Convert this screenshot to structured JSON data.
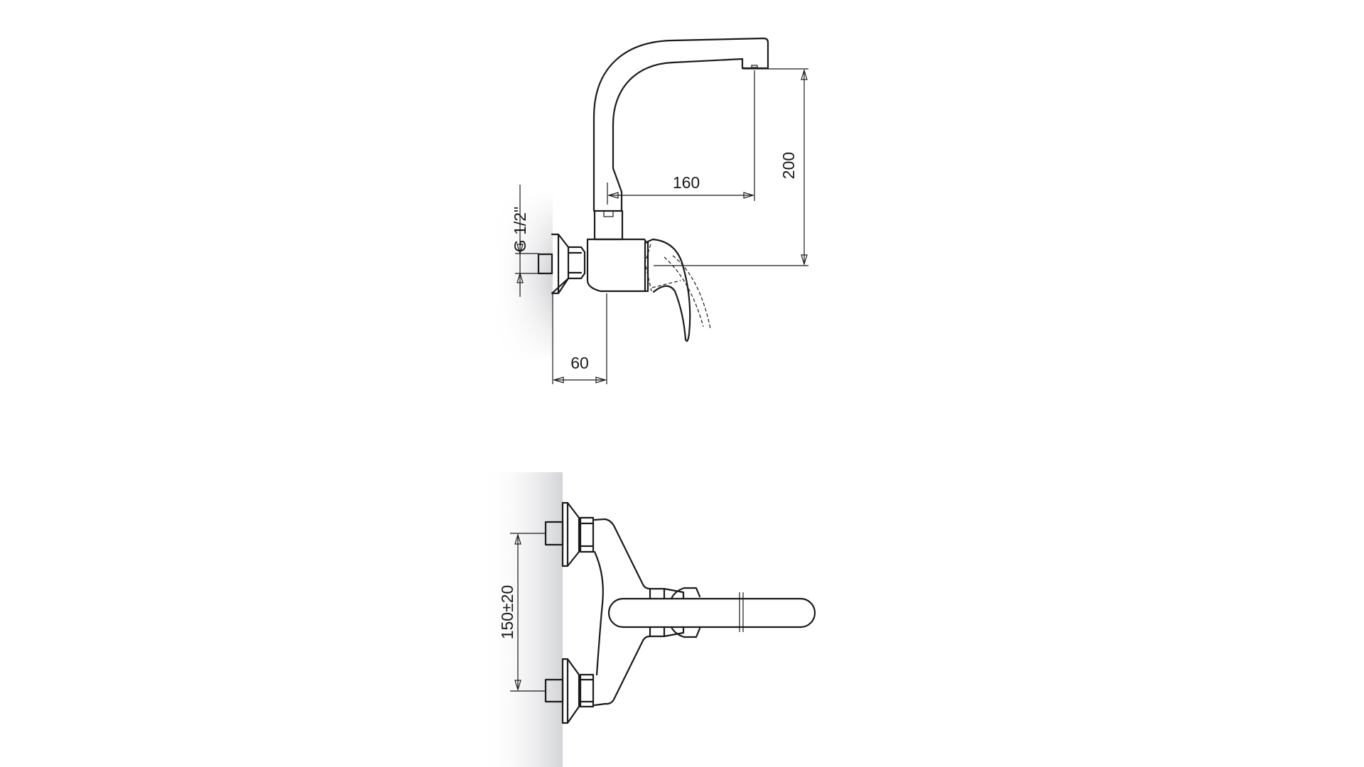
{
  "drawing": {
    "side_view": {
      "dim_outlet_height": "200",
      "dim_spout_reach": "160",
      "dim_wall_depth": "60",
      "dim_thread": "G 1/2\""
    },
    "front_view": {
      "dim_inlet_spacing": "150±20"
    }
  },
  "colors": {
    "line": "#1a1a1a",
    "wall_shade": "#d8d9dc"
  }
}
